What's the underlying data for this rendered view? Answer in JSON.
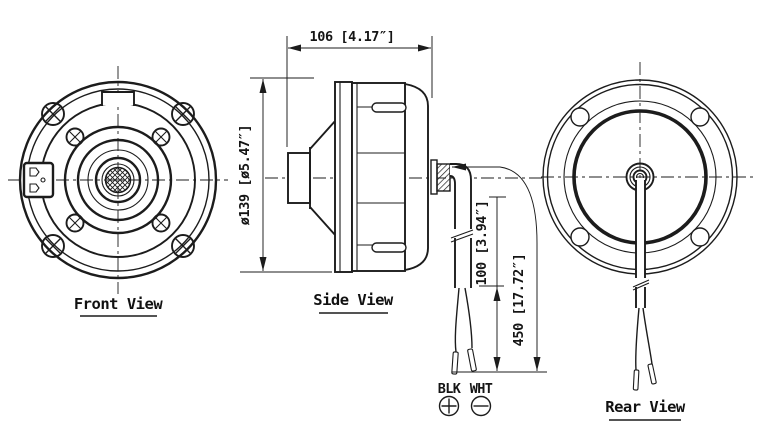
{
  "views": {
    "front": {
      "label": "Front View"
    },
    "side": {
      "label": "Side View"
    },
    "rear": {
      "label": "Rear View"
    }
  },
  "dimensions": {
    "width": "106 [4.17″]",
    "diameter": "ø139 [ø5.47″]",
    "lead_strip": "100 [3.94″]",
    "lead_total": "450 [17.72″]"
  },
  "wires": {
    "black_label": "BLK",
    "white_label": "WHT",
    "black_polarity": "plus",
    "white_polarity": "minus"
  },
  "colors": {
    "background": "#ffffff",
    "line": "#1c1c1c"
  }
}
